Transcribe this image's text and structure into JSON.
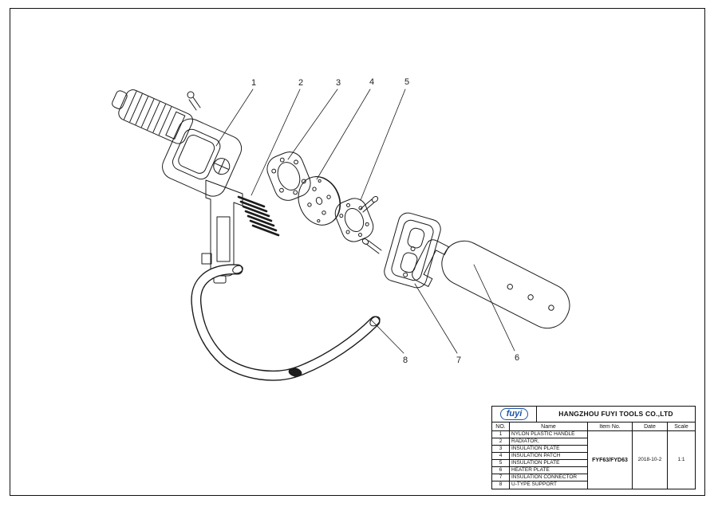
{
  "drawing": {
    "line_color": "#1c1c1c",
    "callouts": [
      {
        "label": "1"
      },
      {
        "label": "2"
      },
      {
        "label": "3"
      },
      {
        "label": "4"
      },
      {
        "label": "5"
      },
      {
        "label": "6"
      },
      {
        "label": "7"
      },
      {
        "label": "8"
      }
    ]
  },
  "title_block": {
    "logo_text": "fuyi",
    "accent_color": "#1d55a6",
    "company": "HANGZHOU FUYI TOOLS CO.,LTD",
    "headers": {
      "no": "NO.",
      "name": "Name",
      "item_no": "Item No.",
      "date": "Date",
      "scale": "Scale"
    },
    "parts": [
      {
        "no": "1",
        "name": "NYLON PLASTIC HANDLE"
      },
      {
        "no": "2",
        "name": "RADIATOR,"
      },
      {
        "no": "3",
        "name": "INSULATION PLATE"
      },
      {
        "no": "4",
        "name": "INSULATION PATCH"
      },
      {
        "no": "5",
        "name": "INSULATION PLATE"
      },
      {
        "no": "6",
        "name": "HEATER PLATE"
      },
      {
        "no": "7",
        "name": "INSULATION CONNECTOR"
      },
      {
        "no": "8",
        "name": "U-TYPE SUPPORT"
      }
    ],
    "item_no": "FYF63/FYD63",
    "date": "2018-10-2",
    "scale": "1:1"
  }
}
